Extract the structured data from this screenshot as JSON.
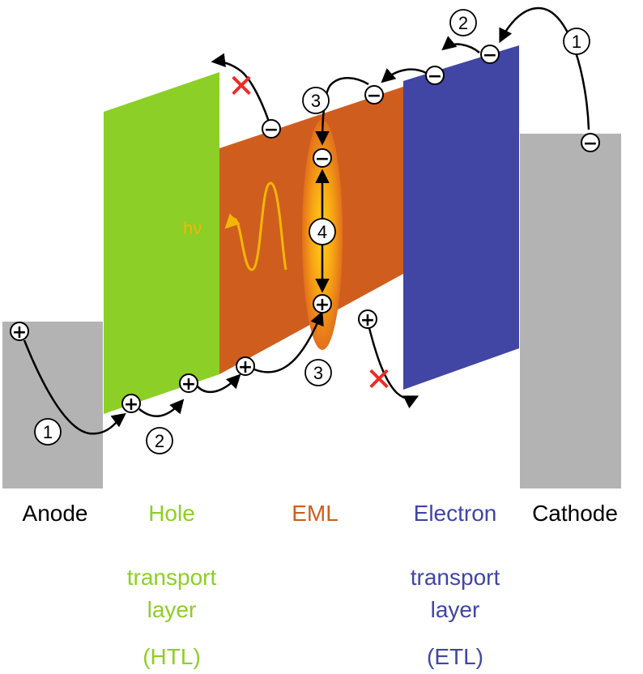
{
  "colors": {
    "electrode": "#b3b3b3",
    "htl": "#8ccf26",
    "eml": "#cf5e1e",
    "etl": "#4145a3",
    "photon": "#f2b705",
    "block": "#ee2a24"
  },
  "labels": {
    "anode": "Anode",
    "cathode": "Cathode",
    "eml": "EML",
    "htl_line1": "Hole",
    "htl_line2": "transport",
    "htl_line3": "layer",
    "htl_line4": "(HTL)",
    "etl_line1": "Electron",
    "etl_line2": "transport",
    "etl_line3": "layer",
    "etl_line4": "(ETL)"
  },
  "photon_label": "hν",
  "steps": {
    "injection": "1",
    "transport": "2",
    "entry": "3",
    "recombination": "4"
  },
  "charges": {
    "hole": "+",
    "electron": "−"
  },
  "block_mark": "✕"
}
